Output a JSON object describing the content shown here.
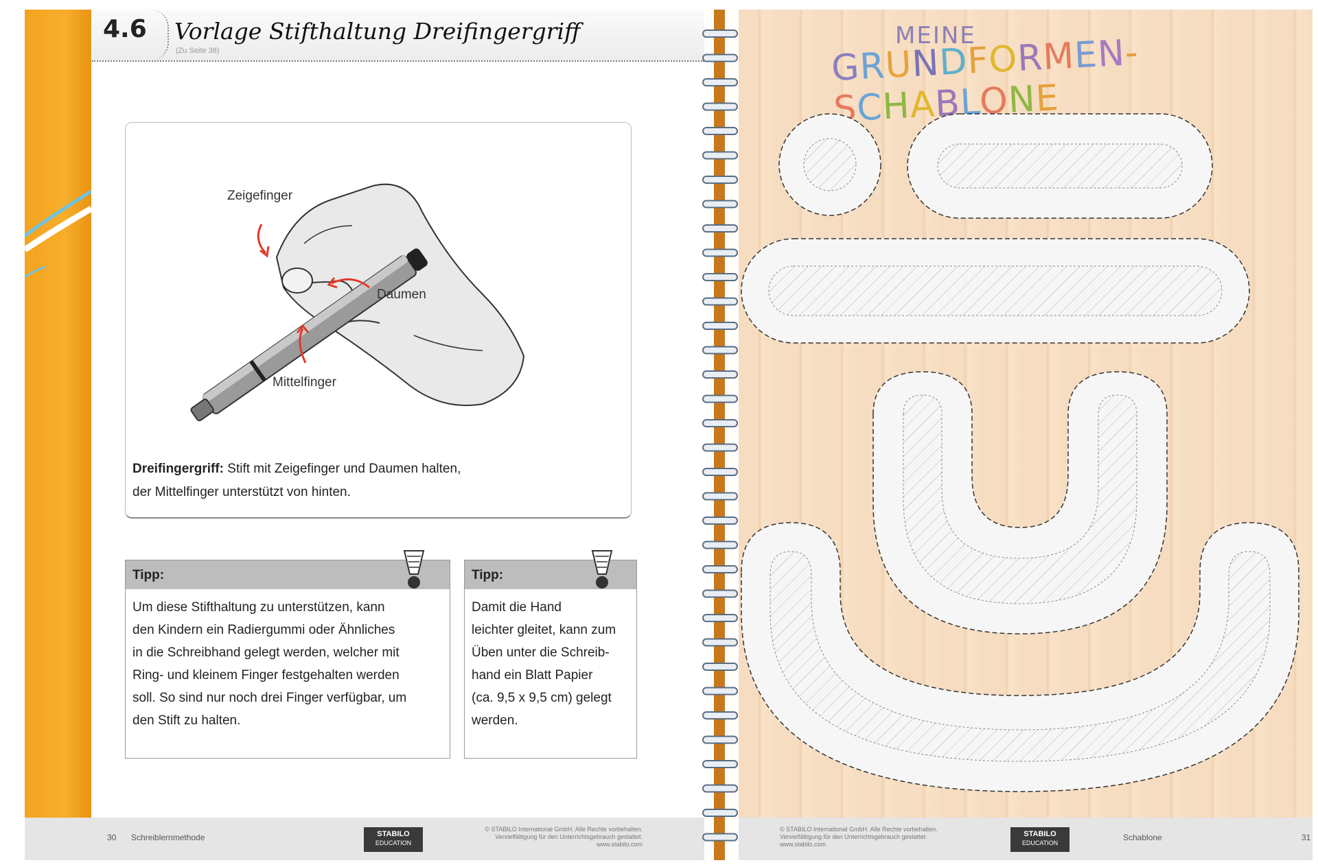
{
  "left": {
    "chapter_number": "4.6",
    "title": "Vorlage Stifthaltung Dreifingergriff",
    "subtitle": "(Zu Seite 38)",
    "labels": {
      "index": "Zeigefinger",
      "thumb": "Daumen",
      "middle": "Mittelfinger"
    },
    "caption_bold": "Dreifingergriff:",
    "caption_rest": " Stift mit Zeigefinger und Daumen halten,",
    "caption_line2": "der Mittelfinger unterstützt von hinten.",
    "tip1": {
      "title": "Tipp:",
      "lines": [
        "Um diese Stifthaltung zu unterstützen, kann",
        "den Kindern ein Radiergummi oder Ähnliches",
        "in die Schreibhand gelegt werden, welcher mit",
        "Ring- und kleinem Finger festgehalten werden",
        "soll. So sind nur noch drei Finger verfügbar, um",
        "den Stift zu halten."
      ]
    },
    "tip2": {
      "title": "Tipp:",
      "lines": [
        "Damit die Hand",
        "leichter gleitet, kann zum",
        "Üben unter die Schreib-",
        "hand ein Blatt Papier",
        "(ca. 9,5 x 9,5 cm) gelegt",
        "werden."
      ]
    },
    "footer": {
      "page_number": "30",
      "series": "Schreiblernmethode",
      "brand": "STABILO",
      "brand_sub": "EDUCATION",
      "copyright_lines": [
        "© STABILO International GmbH. Alle Rechte vorbehalten.",
        "Vervielfältigung für den Unterrichtsgebrauch gestattet.",
        "www.stabilo.com"
      ]
    }
  },
  "right": {
    "title_small": "MEINE",
    "title_big_letters": [
      {
        "ch": "G",
        "color": "#8b7fc0"
      },
      {
        "ch": "R",
        "color": "#6aa4d8"
      },
      {
        "ch": "U",
        "color": "#e8a23a"
      },
      {
        "ch": "N",
        "color": "#7a72b8"
      },
      {
        "ch": "D",
        "color": "#5fb0c8"
      },
      {
        "ch": "F",
        "color": "#e4a13c"
      },
      {
        "ch": "O",
        "color": "#e0b72e"
      },
      {
        "ch": "R",
        "color": "#9a78b9"
      },
      {
        "ch": "M",
        "color": "#e57a5d"
      },
      {
        "ch": "E",
        "color": "#7a9bd0"
      },
      {
        "ch": "N",
        "color": "#a57cc0"
      },
      {
        "ch": "-",
        "color": "#e79a3f"
      },
      {
        "ch": "S",
        "color": "#e57a5d"
      },
      {
        "ch": "C",
        "color": "#6aa4d8"
      },
      {
        "ch": "H",
        "color": "#8fb845"
      },
      {
        "ch": "A",
        "color": "#e0b72e"
      },
      {
        "ch": "B",
        "color": "#9a78b9"
      },
      {
        "ch": "L",
        "color": "#6aa4d8"
      },
      {
        "ch": "O",
        "color": "#e57a5d"
      },
      {
        "ch": "N",
        "color": "#8fb845"
      },
      {
        "ch": "E",
        "color": "#e4a13c"
      }
    ],
    "footer": {
      "brand": "STABILO",
      "brand_sub": "EDUCATION",
      "legal_lines": [
        "© STABILO International GmbH. Alle Rechte vorbehalten.",
        "Vervielfältigung für den Unterrichtsgebrauch gestattet.",
        "www.stabilo.com"
      ],
      "series": "Schablone",
      "page_number": "31"
    }
  },
  "colors": {
    "orange": "#f3a31f",
    "header_grey": "#bdbdbd",
    "arrow_red": "#e03a2a"
  }
}
